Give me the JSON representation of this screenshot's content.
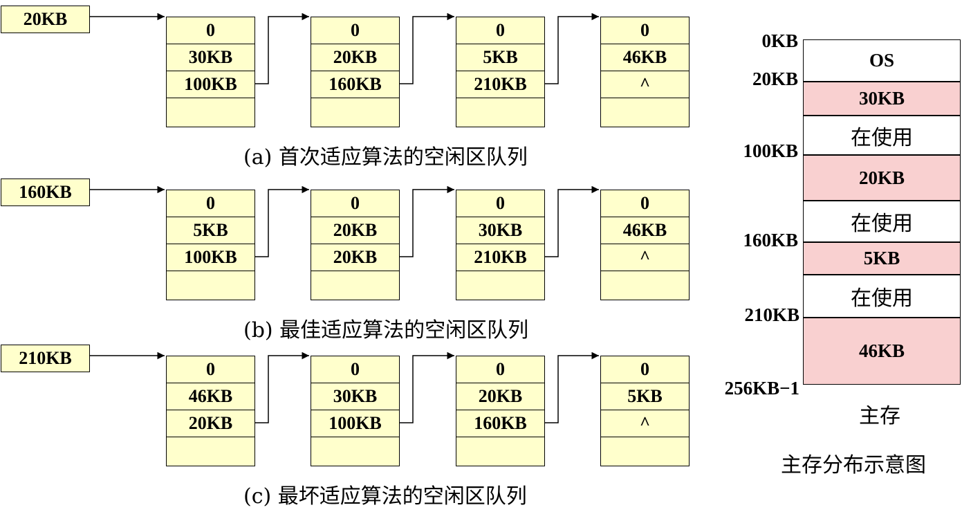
{
  "queues": [
    {
      "head": "20KB",
      "caption": "(a) 首次适应算法的空闲区队列",
      "nodes": [
        {
          "r1": "0",
          "r2": "30KB",
          "r3": "100KB"
        },
        {
          "r1": "0",
          "r2": "20KB",
          "r3": "160KB"
        },
        {
          "r1": "0",
          "r2": "5KB",
          "r3": "210KB"
        },
        {
          "r1": "0",
          "r2": "46KB",
          "r3": "^"
        }
      ]
    },
    {
      "head": "160KB",
      "caption": "(b) 最佳适应算法的空闲区队列",
      "nodes": [
        {
          "r1": "0",
          "r2": "5KB",
          "r3": "100KB"
        },
        {
          "r1": "0",
          "r2": "20KB",
          "r3": "20KB"
        },
        {
          "r1": "0",
          "r2": "30KB",
          "r3": "210KB"
        },
        {
          "r1": "0",
          "r2": "46KB",
          "r3": "^"
        }
      ]
    },
    {
      "head": "210KB",
      "caption": "(c) 最坏适应算法的空闲区队列",
      "nodes": [
        {
          "r1": "0",
          "r2": "46KB",
          "r3": "20KB"
        },
        {
          "r1": "0",
          "r2": "30KB",
          "r3": "100KB"
        },
        {
          "r1": "0",
          "r2": "20KB",
          "r3": "160KB"
        },
        {
          "r1": "0",
          "r2": "5KB",
          "r3": "^"
        }
      ]
    }
  ],
  "memory": {
    "blocks": [
      {
        "label": "OS",
        "kind": "os"
      },
      {
        "label": "30KB",
        "kind": "free"
      },
      {
        "label": "在使用",
        "kind": "used"
      },
      {
        "label": "20KB",
        "kind": "free"
      },
      {
        "label": "在使用",
        "kind": "used"
      },
      {
        "label": "5KB",
        "kind": "free"
      },
      {
        "label": "在使用",
        "kind": "used"
      },
      {
        "label": "46KB",
        "kind": "free"
      }
    ],
    "addresses": [
      "0KB",
      "20KB",
      "100KB",
      "160KB",
      "210KB",
      "256KB−1"
    ],
    "caption": "主存",
    "figure_title": "主存分布示意图"
  },
  "colors": {
    "node_fill": "#ffffcc",
    "free_fill": "#f9d0d0",
    "line": "#000000"
  }
}
